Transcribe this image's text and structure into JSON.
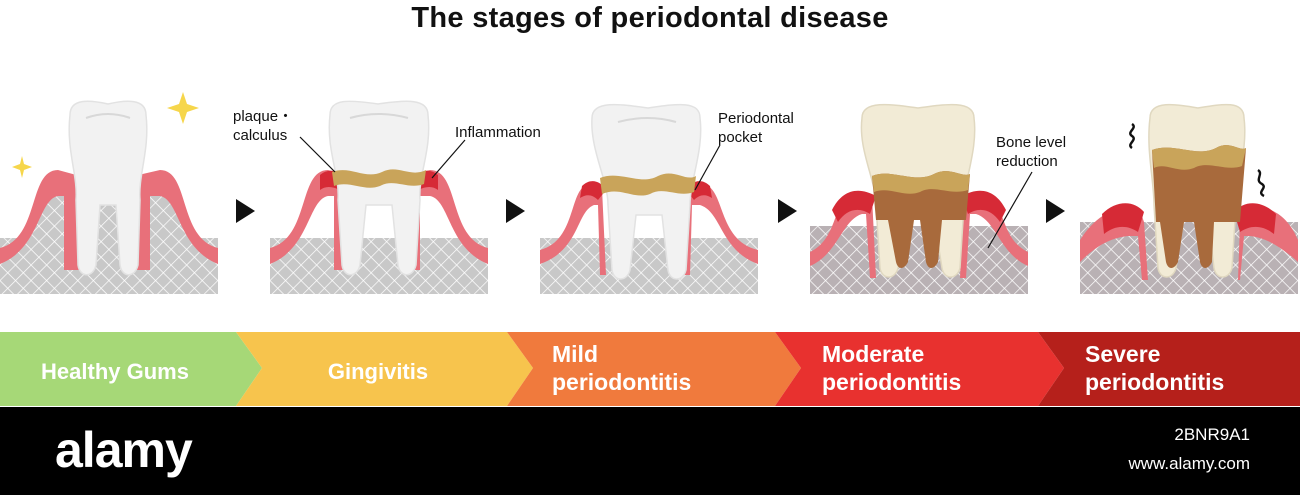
{
  "title": "The stages of periodontal disease",
  "labels": {
    "plaque_line1": "plaque・",
    "plaque_line2": "calculus",
    "inflammation": "Inflammation",
    "pocket_line1": "Periodontal",
    "pocket_line2": "pocket",
    "bone_line1": "Bone level",
    "bone_line2": "reduction"
  },
  "stages": [
    {
      "line1": "Healthy Gums",
      "line2": "",
      "color": "#a6d877"
    },
    {
      "line1": "Gingivitis",
      "line2": "",
      "color": "#f7c44d"
    },
    {
      "line1": "Mild",
      "line2": "periodontitis",
      "color": "#f07a3d"
    },
    {
      "line1": "Moderate",
      "line2": "periodontitis",
      "color": "#e8312f"
    },
    {
      "line1": "Severe",
      "line2": "periodontitis",
      "color": "#b5201b"
    }
  ],
  "colors": {
    "gum": "#e8707a",
    "gum_inflamed": "#d62a36",
    "bone": "#c8c8c8",
    "tooth": "#f2f2f2",
    "plaque": "#c9a45a",
    "decay": "#a86a3c",
    "arrow": "#111111"
  },
  "footer": {
    "logo": "alamy",
    "image_id": "2BNR9A1",
    "site": "www.alamy.com"
  }
}
